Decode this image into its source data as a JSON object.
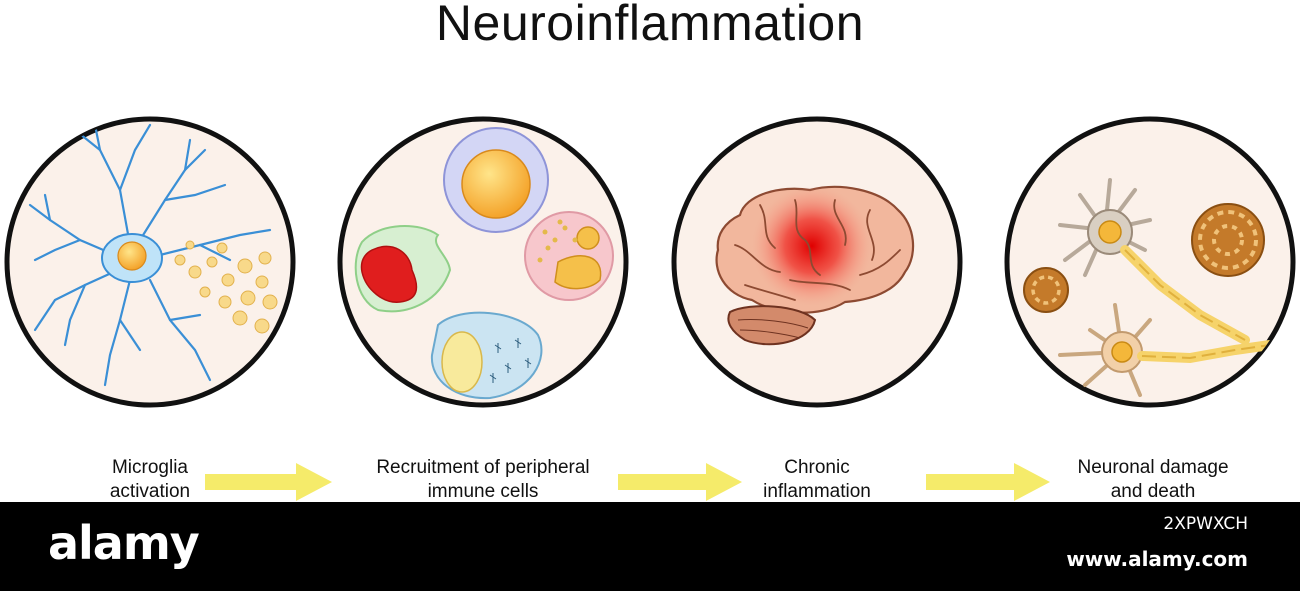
{
  "title": "Neuroinflammation",
  "stages": [
    {
      "line1": "Microglia",
      "line2": "activation"
    },
    {
      "line1": "Recruitment of peripheral",
      "line2": "immune cells"
    },
    {
      "line1": "Chronic",
      "line2": "inflammation"
    },
    {
      "line1": "Neuronal damage",
      "line2": "and death"
    }
  ],
  "footer": {
    "brand": "alamy",
    "image_id": "2XPWXCH",
    "url": "www.alamy.com"
  },
  "colors": {
    "circle_fill": "#fbf1ea",
    "circle_border": "#111111",
    "arrow": "#f5eb6a",
    "microglia": "#3a8fd6",
    "inflammation": "#e53935"
  }
}
